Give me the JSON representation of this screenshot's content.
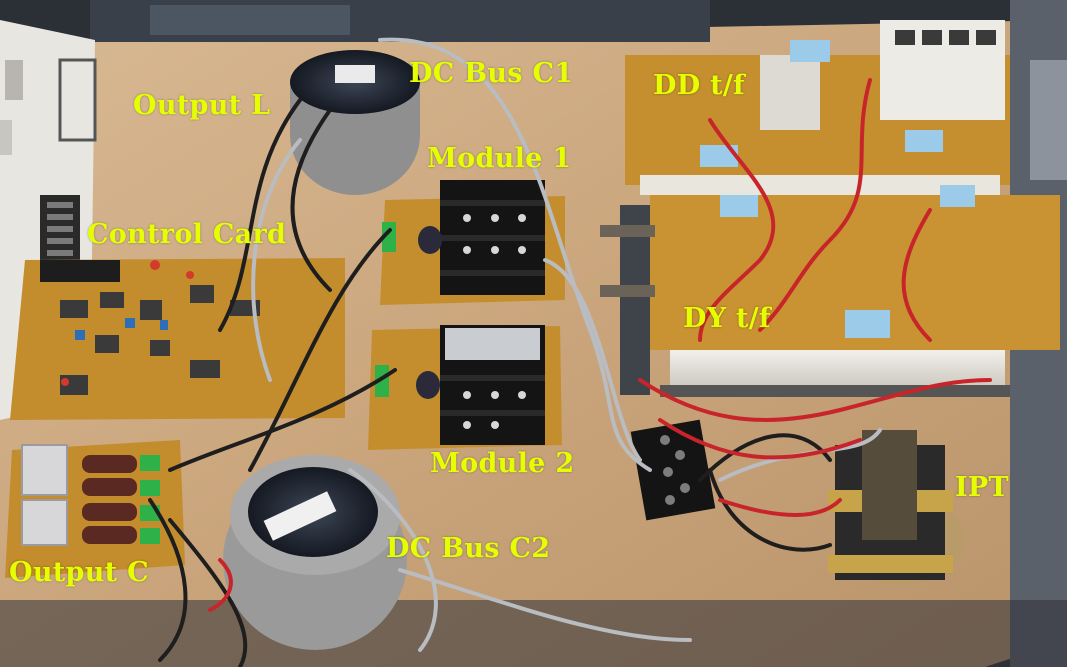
{
  "labels": {
    "output_l": "Output L",
    "dc_bus_c1": "DC Bus C1",
    "dd_tf": "DD t/f",
    "module_1": "Module 1",
    "control_card": "Control Card",
    "dy_tf": "DY t/f",
    "module_2": "Module 2",
    "ipt": "IPT",
    "dc_bus_c2": "DC Bus C2",
    "output_c": "Output C"
  },
  "colors": {
    "label_text": "#e6ff00",
    "table_wood": "#c9a77f",
    "pcb_board": "#c08a2c",
    "heatsink": "#151515",
    "capacitor_wrap": "#8e8e8e",
    "wire_red": "#c8252b",
    "wire_black": "#1c1c1c",
    "wire_gray": "#b9bcc0",
    "terminal_blue": "#9cc9e8"
  }
}
